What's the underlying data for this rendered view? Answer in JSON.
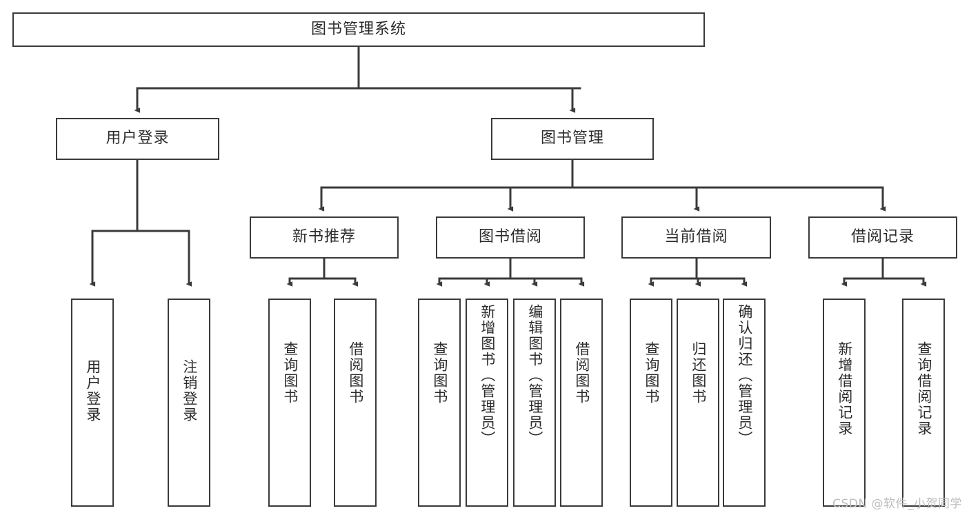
{
  "diagram": {
    "type": "tree-hierarchy",
    "title": "图书管理系统",
    "watermark": "CSDN @软件_小贺同学",
    "colors": {
      "box_border": "#3a3a3a",
      "box_fill": "#ffffff",
      "connector": "#3a3a3a",
      "text": "#2b2b2b",
      "watermark": "#bdbdbd"
    },
    "root": {
      "label": "图书管理系统"
    },
    "level2": [
      {
        "label": "用户登录"
      },
      {
        "label": "图书管理"
      }
    ],
    "level3": [
      {
        "label": "新书推荐"
      },
      {
        "label": "图书借阅"
      },
      {
        "label": "当前借阅"
      },
      {
        "label": "借阅记录"
      }
    ],
    "leaves": {
      "user_login": [
        {
          "label": "用户登录"
        },
        {
          "label": "注销登录"
        }
      ],
      "new_book_recommend": [
        {
          "label": "查询图书"
        },
        {
          "label": "借阅图书"
        }
      ],
      "book_borrow": [
        {
          "label": "查询图书"
        },
        {
          "label": "新增图书（管理员）"
        },
        {
          "label": "编辑图书（管理员）"
        },
        {
          "label": "借阅图书"
        }
      ],
      "current_borrow": [
        {
          "label": "查询图书"
        },
        {
          "label": "归还图书"
        },
        {
          "label": "确认归还（管理员）"
        }
      ],
      "borrow_record": [
        {
          "label": "新增借阅记录"
        },
        {
          "label": "查询借阅记录"
        }
      ]
    }
  }
}
